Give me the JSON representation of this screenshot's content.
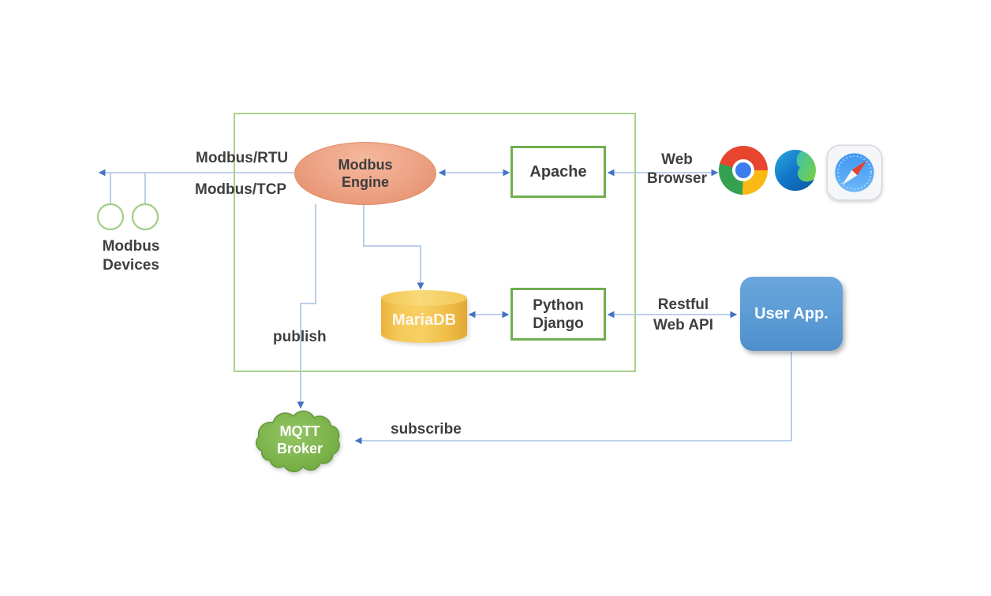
{
  "diagram": {
    "labels": {
      "modbus_rtu": "Modbus/RTU",
      "modbus_tcp": "Modbus/TCP",
      "modbus_devices": "Modbus\nDevices",
      "publish": "publish",
      "subscribe": "subscribe",
      "web_browser": "Web\nBrowser",
      "restful_web_api": "Restful\nWeb API"
    },
    "nodes": {
      "modbus_engine": "Modbus\nEngine",
      "apache": "Apache",
      "mariadb": "MariaDB",
      "python_django": "Python\nDjango",
      "user_app": "User App.",
      "mqtt_broker": "MQTT\nBroker"
    },
    "icons": [
      {
        "name": "chrome-browser-icon"
      },
      {
        "name": "edge-browser-icon"
      },
      {
        "name": "safari-browser-icon"
      }
    ],
    "edges": [
      {
        "from": "modbus-engine",
        "to": "modbus-devices",
        "labels": [
          "Modbus/RTU",
          "Modbus/TCP"
        ],
        "arrows": "one-way"
      },
      {
        "from": "modbus-engine",
        "to": "apache",
        "arrows": "two-way"
      },
      {
        "from": "apache",
        "to": "web-browser",
        "label": "Web Browser",
        "arrows": "two-way"
      },
      {
        "from": "modbus-engine",
        "to": "mariadb",
        "arrows": "one-way"
      },
      {
        "from": "mariadb",
        "to": "python-django",
        "arrows": "two-way"
      },
      {
        "from": "python-django",
        "to": "user-app",
        "label": "Restful Web API",
        "arrows": "two-way"
      },
      {
        "from": "modbus-engine",
        "to": "mqtt-broker",
        "label": "publish",
        "arrows": "one-way"
      },
      {
        "from": "user-app",
        "to": "mqtt-broker",
        "label": "subscribe",
        "arrows": "one-way"
      }
    ],
    "colors": {
      "engine_fill": "#eda184",
      "box_border_green": "#6fae4e",
      "container_border_green": "#a9d18e",
      "mariadb_gold": "#f3c64e",
      "user_app_blue": "#5b9bd5",
      "mqtt_green": "#7ab648",
      "connector_line": "#a9c0e8",
      "arrowhead": "#4472c4",
      "text": "#3f3f3f"
    }
  }
}
